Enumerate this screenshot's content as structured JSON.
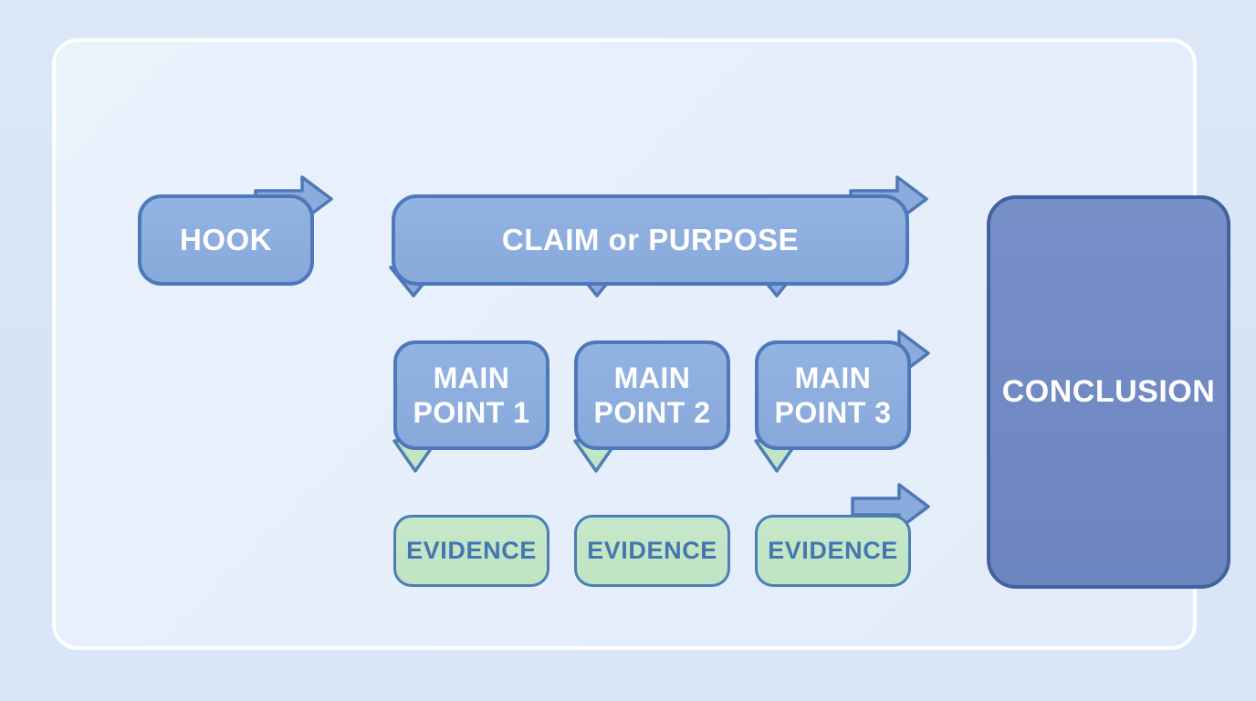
{
  "diagram": {
    "description": "Essay structure flowchart",
    "nodes": {
      "hook": {
        "label": "HOOK"
      },
      "claim": {
        "label": "CLAIM or PURPOSE"
      },
      "main_points": [
        {
          "line1": "MAIN",
          "line2": "POINT 1"
        },
        {
          "line1": "MAIN",
          "line2": "POINT 2"
        },
        {
          "line1": "MAIN",
          "line2": "POINT 3"
        }
      ],
      "evidence": [
        {
          "label": "EVIDENCE"
        },
        {
          "label": "EVIDENCE"
        },
        {
          "label": "EVIDENCE"
        }
      ],
      "conclusion": {
        "label": "CONCLUSION"
      }
    },
    "edges": [
      {
        "from": "hook",
        "to": "claim",
        "color": "blue",
        "direction": "right"
      },
      {
        "from": "claim",
        "to": "main-point-1",
        "color": "blue",
        "direction": "down"
      },
      {
        "from": "claim",
        "to": "main-point-2",
        "color": "blue",
        "direction": "down"
      },
      {
        "from": "claim",
        "to": "main-point-3",
        "color": "blue",
        "direction": "down"
      },
      {
        "from": "claim",
        "to": "conclusion",
        "color": "blue",
        "direction": "right"
      },
      {
        "from": "main-point-1",
        "to": "evidence-1",
        "color": "green",
        "direction": "down"
      },
      {
        "from": "main-point-2",
        "to": "evidence-2",
        "color": "green",
        "direction": "down"
      },
      {
        "from": "main-point-3",
        "to": "evidence-3",
        "color": "green",
        "direction": "down"
      },
      {
        "from": "main-point-3",
        "to": "conclusion",
        "color": "blue",
        "direction": "right"
      },
      {
        "from": "evidence-3",
        "to": "conclusion",
        "color": "blue",
        "direction": "right"
      }
    ],
    "colors": {
      "outer_background": "#d8e5f7",
      "panel_background": "#e6effb",
      "panel_border": "#ffffff",
      "node_fill": "#8badde",
      "node_border": "#4d78bb",
      "node_text": "#ffffff",
      "conclusion_fill": "#7189c4",
      "conclusion_border": "#44619e",
      "evidence_fill": "#c2e5c6",
      "evidence_border": "#4a7fb5",
      "evidence_text": "#4377ad",
      "arrow_blue_fill": "#8aabdc",
      "arrow_blue_border": "#4f77b7",
      "arrow_green_fill": "#c2e5c6",
      "arrow_green_border": "#4d80b4"
    }
  }
}
